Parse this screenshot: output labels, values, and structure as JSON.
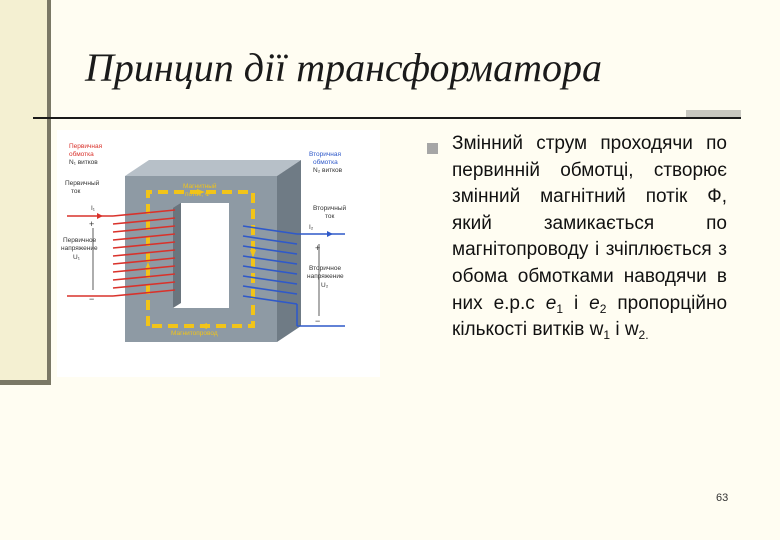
{
  "slide": {
    "title": "Принцип дії трансформатора",
    "page_number": "63"
  },
  "bullet": {
    "text_1": "Змінний струм проходячи по первинній обмотці, створює змінний магнітний потік Ф, який замикається по магнітопроводу і зчіплюється з обома обмотками наводячи в них е.р.с ",
    "e1_symbol": "e",
    "e1_sub": "1",
    "conj": " і ",
    "e2_symbol": "e",
    "e2_sub": "2",
    "text_2": " пропорційно кількості витків w",
    "w1_sub": "1",
    "text_3": " і w",
    "w2_sub": "2."
  },
  "figure": {
    "primary_winding_label_1": "Первичная",
    "primary_winding_label_2": "обмотка",
    "primary_turns": "N₁ витков",
    "primary_current_label_1": "Первичный",
    "primary_current_label_2": "ток",
    "primary_current_symbol": "I₁",
    "primary_voltage_label_1": "Первичное",
    "primary_voltage_label_2": "напряжение",
    "primary_voltage_symbol": "U₁",
    "secondary_winding_label_1": "Вторичная",
    "secondary_winding_label_2": "обмотка",
    "secondary_turns": "N₂ витков",
    "secondary_current_label_1": "Вторичный",
    "secondary_current_label_2": "ток",
    "secondary_current_symbol": "I₂",
    "secondary_voltage_label_1": "Вторичное",
    "secondary_voltage_label_2": "напряжение",
    "secondary_voltage_symbol": "U₂",
    "flux_label_1": "Магнитный",
    "flux_label_2": "поток, Ф",
    "core_label": "Магнитопровод",
    "plus": "+",
    "minus": "−",
    "colors": {
      "core": "#8e9aa4",
      "primary": "#d9322b",
      "secondary": "#2f59c9",
      "flux": "#f2c418",
      "label_red": "#d9322b",
      "label_blue": "#2f59c9"
    }
  }
}
